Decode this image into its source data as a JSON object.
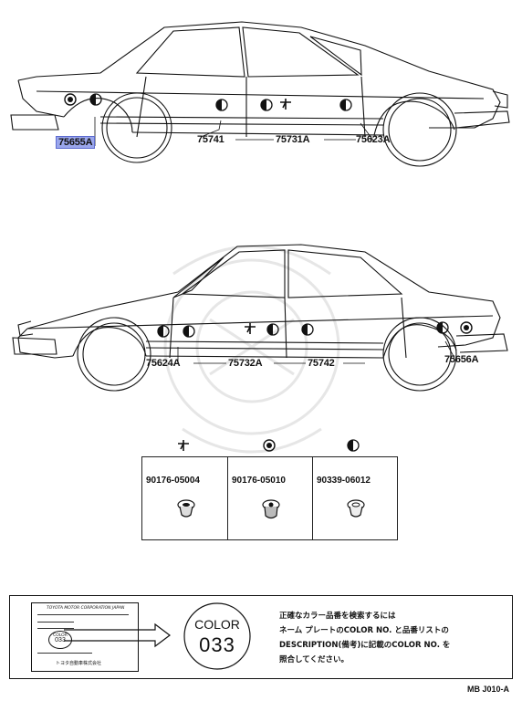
{
  "top_view_labels": {
    "l1": "75655A",
    "l2": "75741",
    "l3": "75731A",
    "l4": "75623A"
  },
  "bottom_view_labels": {
    "l1": "75624A",
    "l2": "75732A",
    "l3": "75742",
    "l4": "75656A"
  },
  "parts": [
    {
      "number": "90176-05004",
      "symbol": "clip-cross-icon"
    },
    {
      "number": "90176-05010",
      "symbol": "clip-round-icon"
    },
    {
      "number": "90339-06012",
      "symbol": "clip-half-icon"
    }
  ],
  "color_plate": {
    "company": "TOYOTA MOTOR CORPORATION JAPAN",
    "color_small": "COLOR",
    "code_small": "033",
    "maker_jp": "トヨタ自動車株式会社",
    "color_label": "COLOR",
    "color_code": "033"
  },
  "instructions": {
    "line1": "正確なカラー品番を検索するには",
    "line2": "ネーム プレートのCOLOR NO. と品番リストの",
    "line3": "DESCRIPTION(備考)に記載のCOLOR NO. を",
    "line4": "照合してください。"
  },
  "footer_code": "MB J010-A"
}
